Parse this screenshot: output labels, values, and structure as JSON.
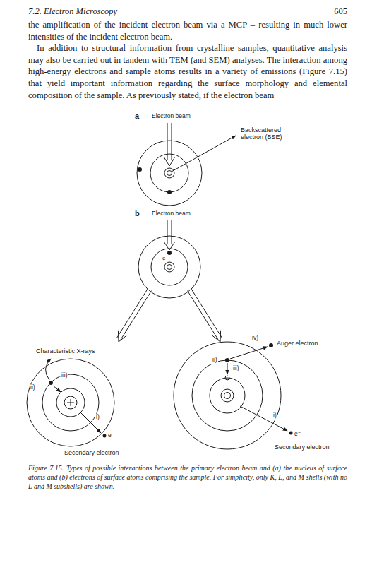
{
  "diagram": {
    "caption": "Figure 7.15. Types of possible interactions between the primary electron beam and (a) the nucleus of surface atoms and (b) electrons of surface atoms comprising the sample. For simplicity, only K, L, and M shells (with no L and M subshells) are shown.",
    "labels": [
      "7.2. Electron Microscopy",
      "605",
      "the amplification of the incident electron beam via a MCP – resulting in much lower intensities of the incident electron beam.",
      "In addition to structural information from crystalline samples, quantitative analysis may also be carried out in tandem with TEM (and SEM) analyses. The interaction among high-energy electrons and sample atoms results in a variety of emissions (Figure 7.15) that yield important information regarding the surface morphology and elemental composition of the sample. As previously stated, if the electron beam",
      "a",
      "Electron beam",
      "Backscattered electron (BSE)",
      "b",
      "Electron beam",
      "e",
      "Characteristic X-rays",
      "ii)",
      "iii)",
      "i)",
      "e⁻",
      "Secondary electron",
      "iv)",
      "Auger electron",
      "ii)",
      "iii)",
      "i)",
      "e⁻",
      "Secondary electron"
    ]
  }
}
